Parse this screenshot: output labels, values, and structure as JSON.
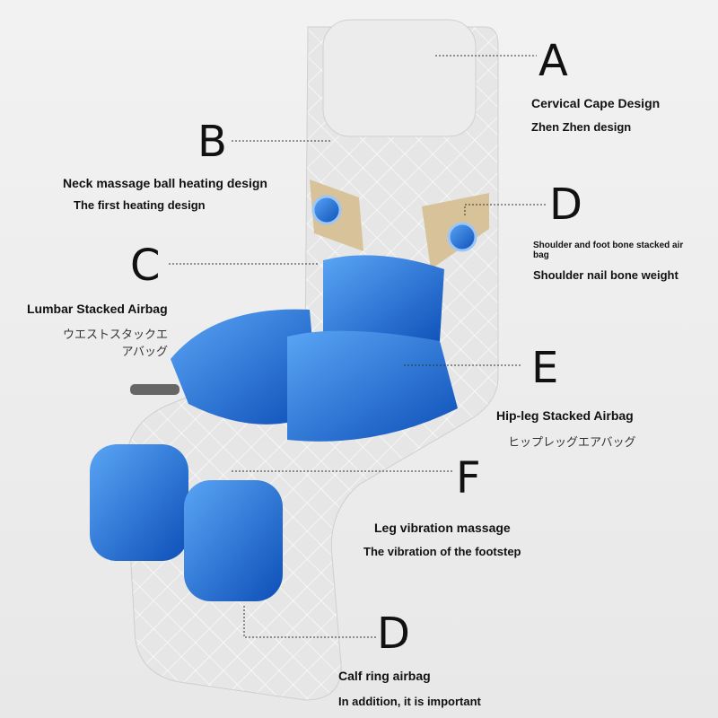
{
  "labels": {
    "A": {
      "letter": "A",
      "title": "Cervical Cape Design",
      "subtitle": "Zhen Zhen design"
    },
    "B": {
      "letter": "B",
      "title": "Neck massage ball heating design",
      "subtitle": "The first heating design"
    },
    "C": {
      "letter": "C",
      "title": "Lumbar Stacked Airbag",
      "jp": "ウエストスタックエ\nアバッグ"
    },
    "D1": {
      "letter": "D",
      "title": "Shoulder and foot bone stacked air bag",
      "subtitle": "Shoulder nail bone weight"
    },
    "E": {
      "letter": "E",
      "title": "Hip-leg Stacked Airbag",
      "jp": "ヒップレッグエアバッグ"
    },
    "F": {
      "letter": "F",
      "title": "Leg vibration massage",
      "subtitle": "The vibration of the footstep"
    },
    "D2": {
      "letter": "D",
      "title": "Calf ring airbag",
      "subtitle": "In addition, it is important"
    }
  },
  "colors": {
    "airbag": "#1e6fd9",
    "cushion": "#e4e4e4",
    "gold": "#d8c29a"
  }
}
